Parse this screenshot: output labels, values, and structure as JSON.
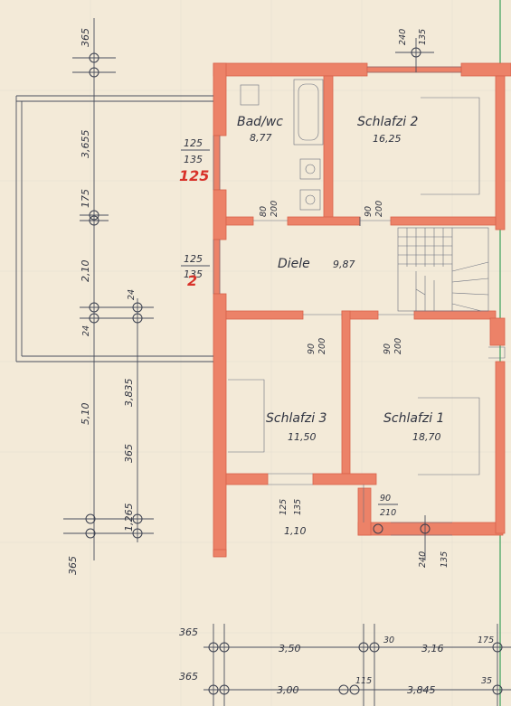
{
  "colors": {
    "paper": "#f3ead8",
    "wall": "#ec8268",
    "ink": "#2f3340",
    "red_note": "#d8322a",
    "border_line": "#3aa05a"
  },
  "rooms": {
    "bath": {
      "name": "Bad/wc",
      "area": "8,77"
    },
    "bed2": {
      "name": "Schlafzi 2",
      "area": "16,25"
    },
    "hall": {
      "name": "Diele",
      "area": "9,87"
    },
    "bed3": {
      "name": "Schlafzi 3",
      "area": "11,50"
    },
    "bed1": {
      "name": "Schlafzi 1",
      "area": "18,70"
    },
    "small": {
      "area": "1,10"
    }
  },
  "window_dims": {
    "top": [
      "240",
      "135"
    ],
    "bath_window": [
      "125",
      "135",
      "125"
    ],
    "hall_window": [
      "125",
      "135",
      "2"
    ],
    "bottom_small": [
      "125",
      "135"
    ],
    "bottom_right": [
      "240",
      "135"
    ]
  },
  "door_dims": {
    "bath": [
      "80",
      "200"
    ],
    "bed2": [
      "90",
      "200"
    ],
    "bed3": [
      "90",
      "200"
    ],
    "bed1": [
      "90",
      "200"
    ],
    "small": [
      "90",
      "210"
    ]
  },
  "left_dims": {
    "top": "365",
    "seg1": "3,655",
    "seg2": "175",
    "seg3": "2,10",
    "seg4a": "24",
    "seg4b": "24",
    "seg5": "5,10",
    "seg6": "3,835",
    "seg7": "365",
    "seg8": "1,265",
    "seg9": "365"
  },
  "bottom_dims": {
    "row1": [
      "365",
      "3,50",
      "30",
      "3,16",
      "175"
    ],
    "row2": [
      "365",
      "3,00",
      "115",
      "3,845",
      "35"
    ]
  }
}
